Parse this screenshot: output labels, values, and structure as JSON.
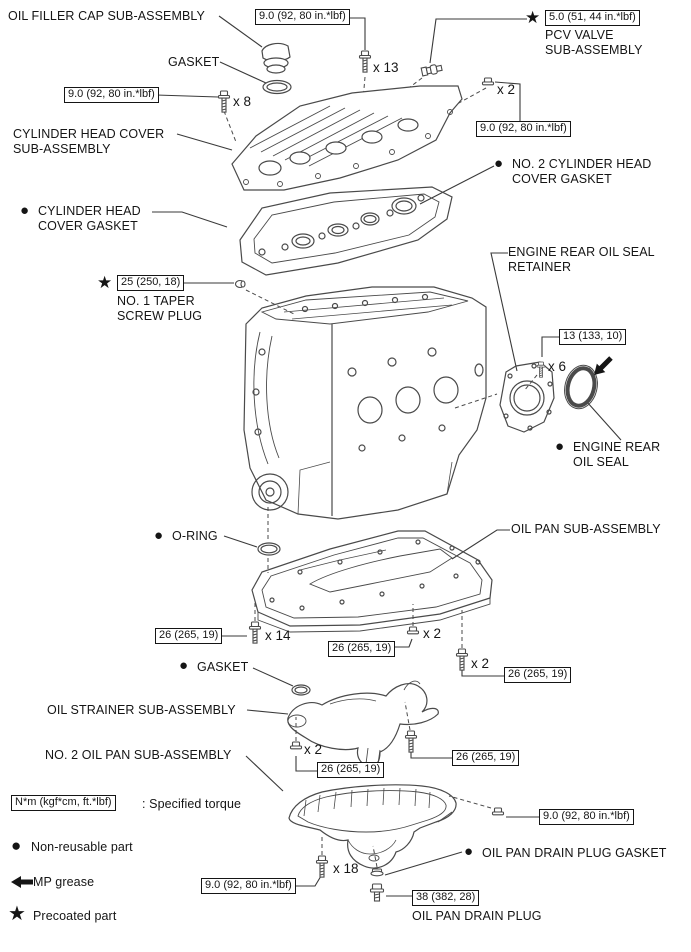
{
  "diagram": {
    "labels": {
      "oil_filler_cap": "OIL FILLER CAP SUB-ASSEMBLY",
      "gasket_top": "GASKET",
      "cylinder_head_cover_1": "CYLINDER HEAD COVER",
      "cylinder_head_cover_2": "SUB-ASSEMBLY",
      "pcv_valve_1": "PCV VALVE",
      "pcv_valve_2": "SUB-ASSEMBLY",
      "no2_head_gasket_1": "NO. 2 CYLINDER HEAD",
      "no2_head_gasket_2": "COVER GASKET",
      "head_gasket_1": "CYLINDER HEAD",
      "head_gasket_2": "COVER GASKET",
      "taper_plug_1": "NO. 1 TAPER",
      "taper_plug_2": "SCREW PLUG",
      "rear_seal_retainer_1": "ENGINE REAR OIL SEAL",
      "rear_seal_retainer_2": "RETAINER",
      "rear_seal_1": "ENGINE REAR",
      "rear_seal_2": "OIL SEAL",
      "o_ring": "O-RING",
      "oil_pan": "OIL PAN SUB-ASSEMBLY",
      "gasket_mid": "GASKET",
      "oil_strainer": "OIL STRAINER SUB-ASSEMBLY",
      "no2_oil_pan": "NO. 2 OIL PAN SUB-ASSEMBLY",
      "drain_plug_gasket": "OIL PAN DRAIN PLUG GASKET",
      "drain_plug": "OIL PAN DRAIN PLUG"
    },
    "torques": {
      "t90": "9.0 (92, 80 in.*lbf)",
      "t50": "5.0 (51, 44 in.*lbf)",
      "t25": "25 (250, 18)",
      "t13": "13 (133, 10)",
      "t26": "26 (265, 19)",
      "t38": "38 (382, 28)"
    },
    "counts": {
      "x2": "x 2",
      "x6": "x 6",
      "x8": "x 8",
      "x13": "x 13",
      "x14": "x 14",
      "x18": "x 18"
    },
    "legend": {
      "torque_box": "N*m (kgf*cm, ft.*lbf)",
      "torque_desc": ": Specified torque",
      "non_reusable": "Non-reusable part",
      "mp_grease": "MP grease",
      "precoated": "Precoated part"
    },
    "symbols": {
      "bullet": "●",
      "star": "★"
    },
    "colors": {
      "text": "#151515",
      "line_art": "#4a4a4a",
      "leader": "#3a3a3a",
      "background": "#ffffff"
    }
  }
}
